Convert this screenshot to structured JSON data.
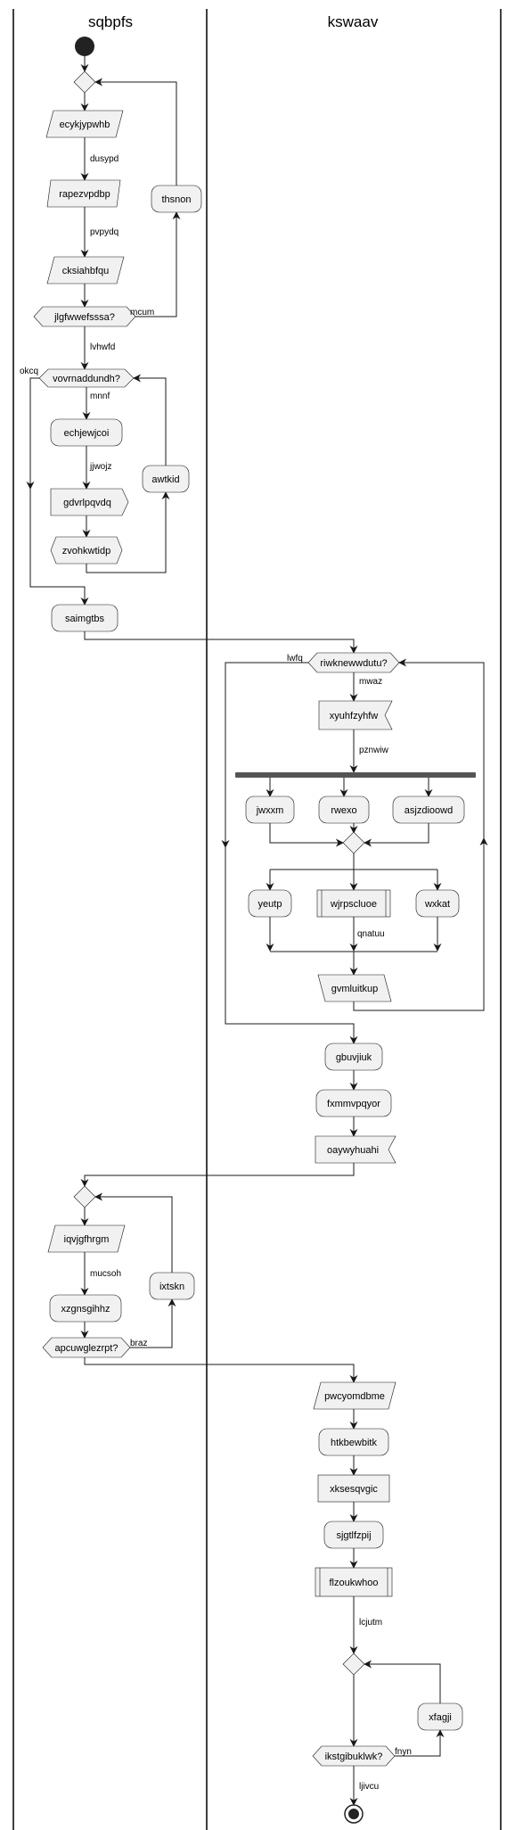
{
  "lanes": {
    "left": "sqbpfs",
    "right": "kswaav"
  },
  "nodes": {
    "ecykjypwhb": "ecykjypwhb",
    "rapezvpdbp": "rapezvpdbp",
    "cksiahbfqu": "cksiahbfqu",
    "thsnon": "thsnon",
    "jlgfwwefsssa": "jlgfwwefsssa?",
    "vovrnaddundh": "vovrnaddundh?",
    "echjewjcoi": "echjewjcoi",
    "gdvrlpqvdq": "gdvrlpqvdq",
    "zvohkwtidp": "zvohkwtidp",
    "awtkid": "awtkid",
    "saimgtbs": "saimgtbs",
    "riwknewwdutu": "riwknewwdutu?",
    "xyuhfzyhfw": "xyuhfzyhfw",
    "jwxxm": "jwxxm",
    "rwexo": "rwexo",
    "asjzdioowd": "asjzdioowd",
    "yeutp": "yeutp",
    "wjrpscluoe": "wjrpscluoe",
    "wxkat": "wxkat",
    "gvmluitkup": "gvmluitkup",
    "gbuvjiuk": "gbuvjiuk",
    "fxmmvpqyor": "fxmmvpqyor",
    "oaywyhuahi": "oaywyhuahi",
    "iqvjgfhrgm": "iqvjgfhrgm",
    "xzgnsgihhz": "xzgnsgihhz",
    "ixtskn": "ixtskn",
    "apcuwglezrpt": "apcuwglezrpt?",
    "pwcyomdbme": "pwcyomdbme",
    "htkbewbitk": "htkbewbitk",
    "xksesqvgic": "xksesqvgic",
    "sjgtlfzpij": "sjgtlfzpij",
    "flzoukwhoo": "flzoukwhoo",
    "xfagji": "xfagji",
    "ikstgibuklwk": "ikstgibuklwk?"
  },
  "edges": {
    "dusypd": "dusypd",
    "pvpydq": "pvpydq",
    "mcum": "mcum",
    "lvhwfd": "lvhwfd",
    "okcq": "okcq",
    "mnnf": "mnnf",
    "jjwojz": "jjwojz",
    "lwfq": "lwfq",
    "mwaz": "mwaz",
    "pznwiw": "pznwiw",
    "qnatuu": "qnatuu",
    "mucsoh": "mucsoh",
    "braz": "braz",
    "lcjutm": "lcjutm",
    "fnyn": "fnyn",
    "ljivcu": "ljivcu"
  }
}
